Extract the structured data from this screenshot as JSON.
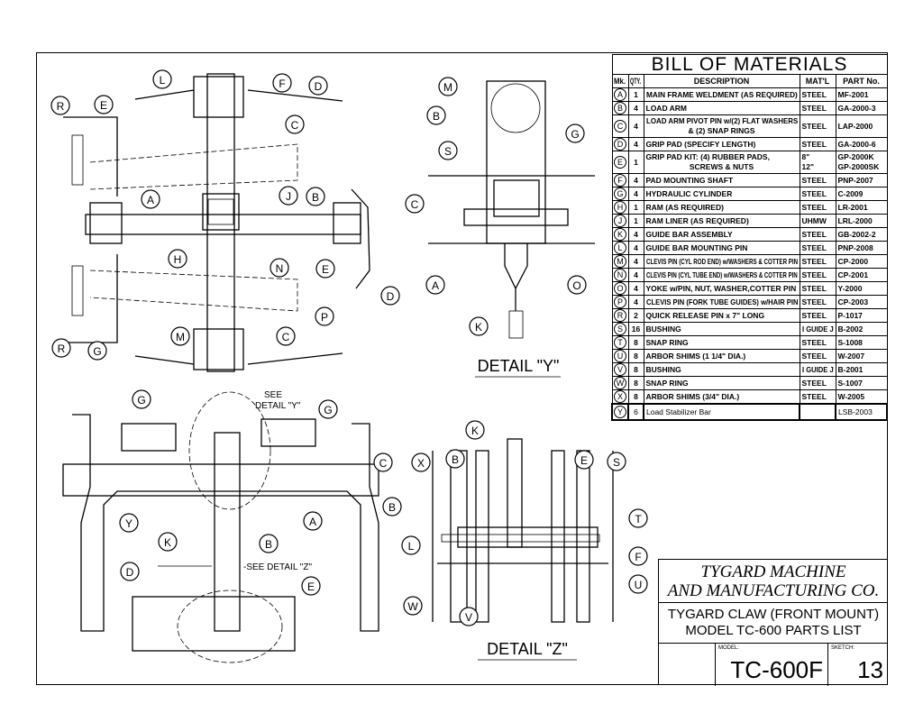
{
  "bom": {
    "title": "BILL OF MATERIALS",
    "headers": [
      "Mk.",
      "QTY.",
      "DESCRIPTION",
      "MAT'L",
      "PART No."
    ],
    "rows": [
      {
        "mk": "A",
        "qty": "1",
        "desc": "MAIN FRAME WELDMENT (AS REQUIRED)",
        "mat": "STEEL",
        "part": "MF-2001"
      },
      {
        "mk": "B",
        "qty": "4",
        "desc": "LOAD ARM",
        "mat": "STEEL",
        "part": "GA-2000-3"
      },
      {
        "mk": "C",
        "qty": "4",
        "desc": "LOAD ARM PIVOT PIN w/(2) FLAT WASHERS",
        "desc2": "& (2) SNAP RINGS",
        "mat": "STEEL",
        "part": "LAP-2000"
      },
      {
        "mk": "D",
        "qty": "4",
        "desc": "GRIP PAD (SPECIFY LENGTH)",
        "mat": "STEEL",
        "part": "GA-2000-6"
      },
      {
        "mk": "E",
        "qty": "1",
        "desc": "GRIP PAD KIT: (4) RUBBER PADS,",
        "desc2": "SCREWS & NUTS",
        "mat": "8\"",
        "mat2": "12\"",
        "part": "GP-2000K",
        "part2": "GP-2000SK"
      },
      {
        "mk": "F",
        "qty": "4",
        "desc": "PAD MOUNTING SHAFT",
        "mat": "STEEL",
        "part": "PNP-2007"
      },
      {
        "mk": "G",
        "qty": "4",
        "desc": "HYDRAULIC CYLINDER",
        "mat": "STEEL",
        "part": "C-2009"
      },
      {
        "mk": "H",
        "qty": "1",
        "desc": "RAM          (AS REQUIRED)",
        "mat": "STEEL",
        "part": "LR-2001"
      },
      {
        "mk": "J",
        "qty": "1",
        "desc": "RAM LINER   (AS REQUIRED)",
        "mat": "UHMW",
        "part": "LRL-2000"
      },
      {
        "mk": "K",
        "qty": "4",
        "desc": "GUIDE BAR ASSEMBLY",
        "mat": "STEEL",
        "part": "GB-2002-2"
      },
      {
        "mk": "L",
        "qty": "4",
        "desc": "GUIDE BAR MOUNTING PIN",
        "mat": "STEEL",
        "part": "PNP-2008"
      },
      {
        "mk": "M",
        "qty": "4",
        "desc": "CLEVIS PIN (CYL ROD END) w/WASHERS & COTTER PIN",
        "mat": "STEEL",
        "part": "CP-2000"
      },
      {
        "mk": "N",
        "qty": "4",
        "desc": "CLEVIS PIN (CYL TUBE END) w/WASHERS & COTTER PIN",
        "mat": "STEEL",
        "part": "CP-2001"
      },
      {
        "mk": "O",
        "qty": "4",
        "desc": "YOKE w/PIN, NUT, WASHER,COTTER PIN",
        "mat": "STEEL",
        "part": "Y-2000"
      },
      {
        "mk": "P",
        "qty": "4",
        "desc": "CLEVIS PIN (FORK TUBE GUIDES) w/HAIR PIN",
        "mat": "STEEL",
        "part": "CP-2003"
      },
      {
        "mk": "R",
        "qty": "2",
        "desc": "QUICK RELEASE PIN x 7\" LONG",
        "mat": "STEEL",
        "part": "P-1017"
      },
      {
        "mk": "S",
        "qty": "16",
        "desc": "BUSHING",
        "mat": "I GUIDE J",
        "part": "B-2002"
      },
      {
        "mk": "T",
        "qty": "8",
        "desc": "SNAP RING",
        "mat": "STEEL",
        "part": "S-1008"
      },
      {
        "mk": "U",
        "qty": "8",
        "desc": "ARBOR SHIMS (1 1/4\" DIA.)",
        "mat": "STEEL",
        "part": "W-2007"
      },
      {
        "mk": "V",
        "qty": "8",
        "desc": "BUSHING",
        "mat": "I GUIDE J",
        "part": "B-2001"
      },
      {
        "mk": "W",
        "qty": "8",
        "desc": "SNAP RING",
        "mat": "STEEL",
        "part": "S-1007"
      },
      {
        "mk": "X",
        "qty": "8",
        "desc": "ARBOR SHIMS (3/4\" DIA.)",
        "mat": "STEEL",
        "part": "W-2005"
      },
      {
        "mk": "Y",
        "qty": "6",
        "desc": "Load Stabilizer Bar",
        "mat": "",
        "part": "LSB-2003"
      }
    ]
  },
  "title_block": {
    "company_line1": "TYGARD MACHINE",
    "company_line2": "AND MANUFACTURING CO.",
    "title_line1": "TYGARD CLAW (FRONT MOUNT)",
    "title_line2": "MODEL TC-600 PARTS LIST",
    "model_label": "MODEL:",
    "model": "TC-600F",
    "sketch_label": "SKETCH:",
    "sketch": "13"
  },
  "views": {
    "top": {
      "callouts": [
        "L",
        "F",
        "D",
        "E",
        "R",
        "C",
        "A",
        "J",
        "B",
        "H",
        "N",
        "E",
        "D",
        "P",
        "R",
        "G",
        "M",
        "C"
      ]
    },
    "detail_y": {
      "label": "DETAIL \"Y\"",
      "callouts": [
        "M",
        "B",
        "G",
        "S",
        "C",
        "A",
        "O",
        "K"
      ]
    },
    "front": {
      "see_y_1": "SEE",
      "see_y_2": "DETAIL \"Y\"",
      "see_z": "-SEE DETAIL \"Z\"",
      "callouts": [
        "G",
        "G",
        "C",
        "B",
        "A",
        "Y",
        "K",
        "B",
        "D",
        "E"
      ]
    },
    "detail_z": {
      "label": "DETAIL \"Z\"",
      "callouts": [
        "K",
        "X",
        "B",
        "E",
        "S",
        "T",
        "L",
        "F",
        "U",
        "W",
        "V"
      ]
    }
  }
}
